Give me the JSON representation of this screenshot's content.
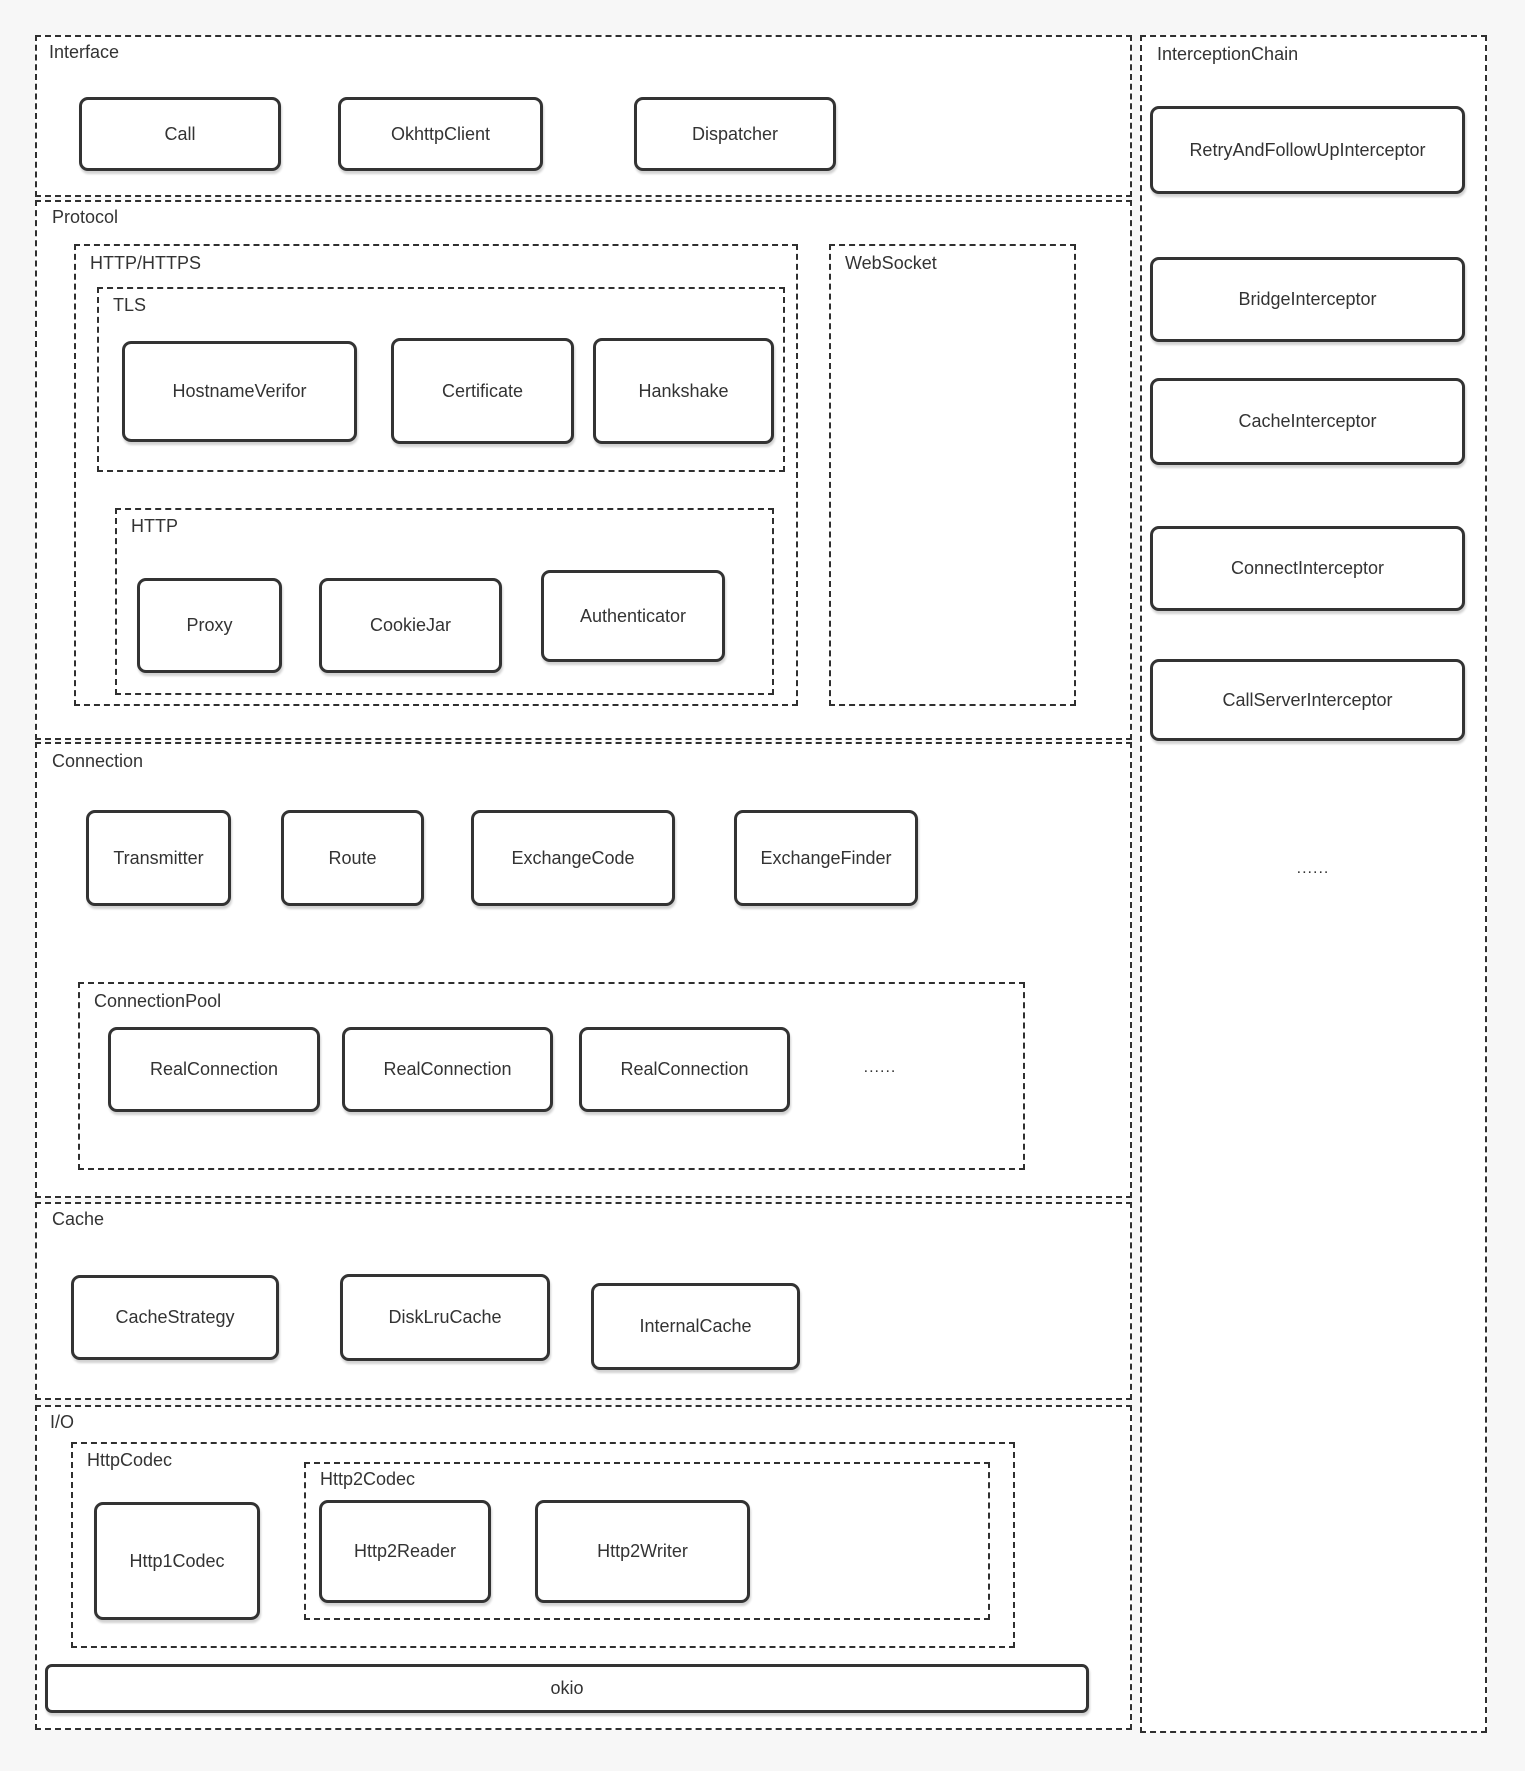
{
  "diagram": {
    "interface": {
      "label": "Interface",
      "boxes": [
        "Call",
        "OkhttpClient",
        "Dispatcher"
      ]
    },
    "protocol": {
      "label": "Protocol",
      "http_https": {
        "label": "HTTP/HTTPS",
        "tls": {
          "label": "TLS",
          "boxes": [
            "HostnameVerifor",
            "Certificate",
            "Hankshake"
          ]
        },
        "http": {
          "label": "HTTP",
          "boxes": [
            "Proxy",
            "CookieJar",
            "Authenticator"
          ]
        }
      },
      "websocket": {
        "label": "WebSocket"
      }
    },
    "connection": {
      "label": "Connection",
      "boxes": [
        "Transmitter",
        "Route",
        "ExchangeCode",
        "ExchangeFinder"
      ],
      "connection_pool": {
        "label": "ConnectionPool",
        "boxes": [
          "RealConnection",
          "RealConnection",
          "RealConnection"
        ],
        "ellipsis": "......"
      }
    },
    "cache": {
      "label": "Cache",
      "boxes": [
        "CacheStrategy",
        "DiskLruCache",
        "InternalCache"
      ]
    },
    "io": {
      "label": "I/O",
      "http_codec": {
        "label": "HttpCodec",
        "boxes": [
          "Http1Codec"
        ],
        "http2_codec": {
          "label": "Http2Codec",
          "boxes": [
            "Http2Reader",
            "Http2Writer"
          ]
        }
      },
      "okio_label": "okio"
    },
    "interception_chain": {
      "label": "InterceptionChain",
      "boxes": [
        "RetryAndFollowUpInterceptor",
        "BridgeInterceptor",
        "CacheInterceptor",
        "ConnectInterceptor",
        "CallServerInterceptor"
      ],
      "ellipsis": "......"
    }
  },
  "colors": {
    "background": "#f7f7f7",
    "surface": "#ffffff",
    "border": "#333333",
    "text": "#333333"
  }
}
